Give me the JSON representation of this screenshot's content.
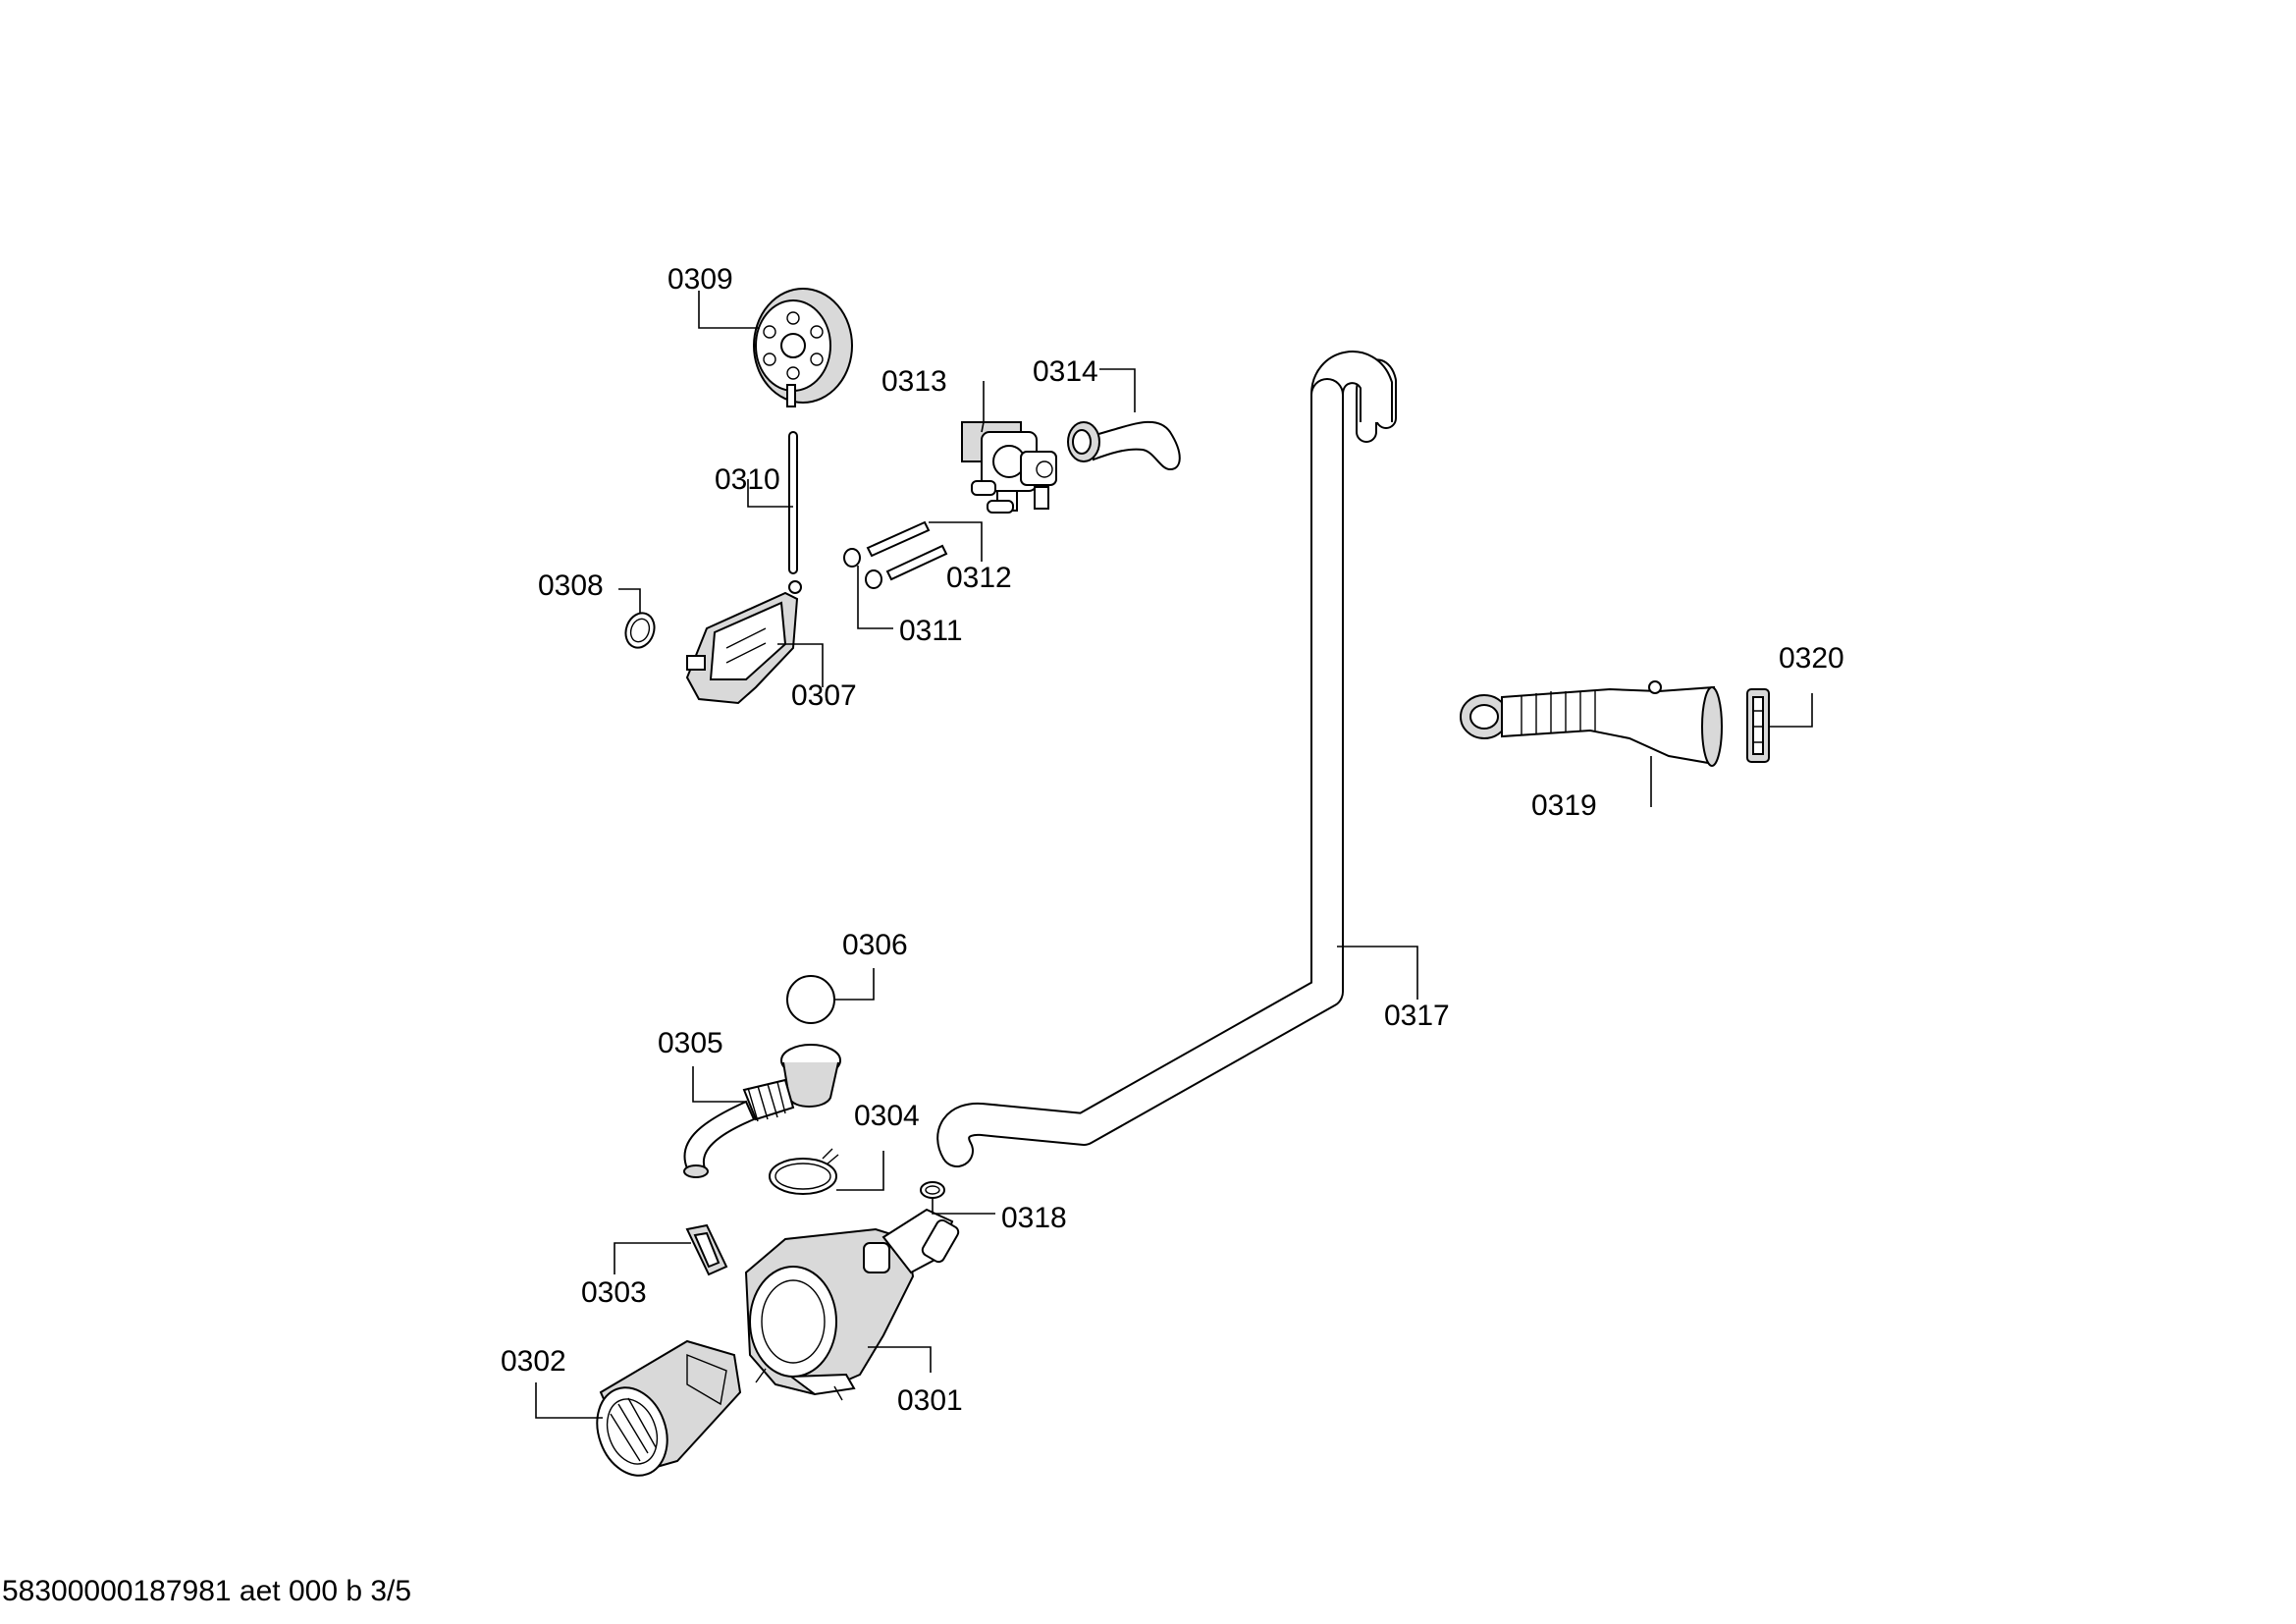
{
  "diagram": {
    "parts": [
      {
        "id": "0301"
      },
      {
        "id": "0302"
      },
      {
        "id": "0303"
      },
      {
        "id": "0304"
      },
      {
        "id": "0305"
      },
      {
        "id": "0306"
      },
      {
        "id": "0307"
      },
      {
        "id": "0308"
      },
      {
        "id": "0309"
      },
      {
        "id": "0310"
      },
      {
        "id": "0311"
      },
      {
        "id": "0312"
      },
      {
        "id": "0313"
      },
      {
        "id": "0314"
      },
      {
        "id": "0317"
      },
      {
        "id": "0318"
      },
      {
        "id": "0319"
      },
      {
        "id": "0320"
      }
    ],
    "footer": "58300000187981 aet 000 b 3/5"
  }
}
